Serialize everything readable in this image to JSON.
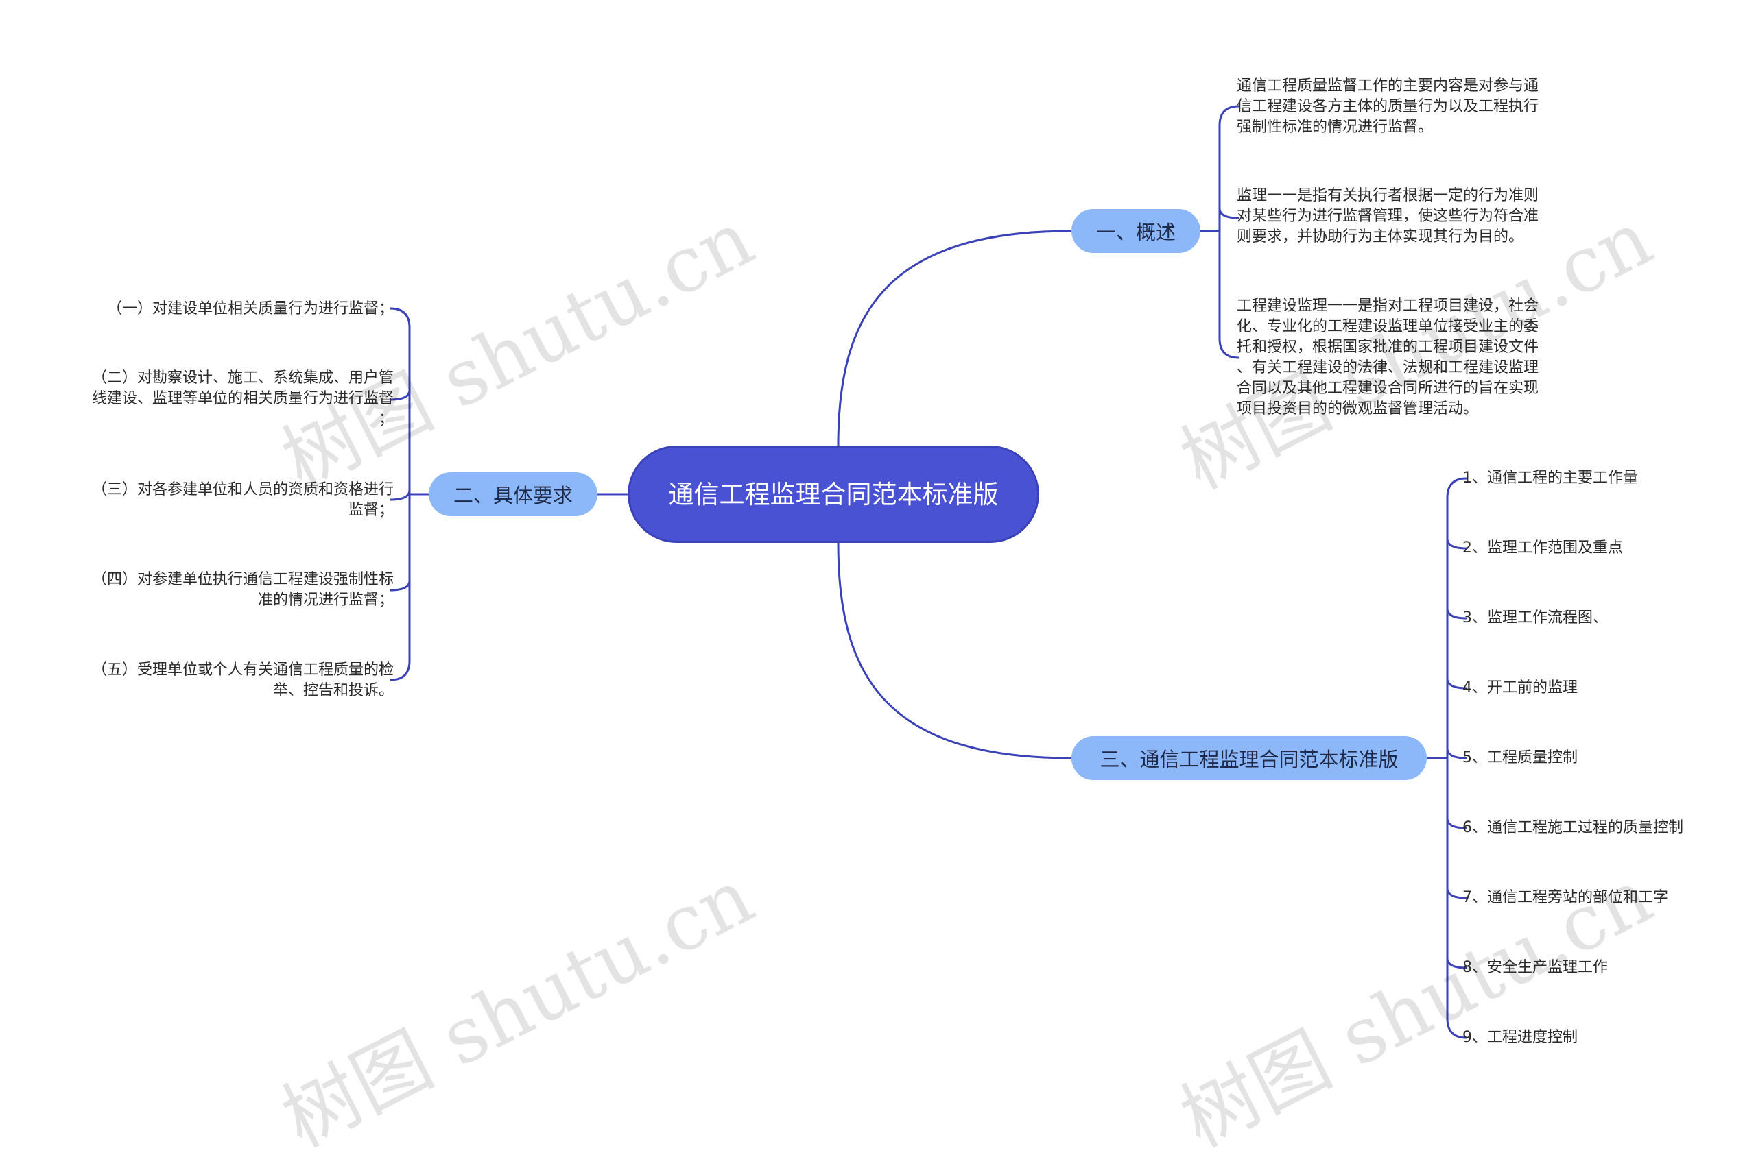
{
  "watermarks": [
    "树图 shutu.cn",
    "树图 shutu.cn",
    "树图 shutu.cn",
    "树图 shutu.cn"
  ],
  "colors": {
    "line": "#3b42b8",
    "root": "#4a52d4",
    "branch": "#8cb7f8"
  },
  "root": {
    "title": "通信工程监理合同范本标准版"
  },
  "branches": [
    {
      "label": "一、概述",
      "items": [
        "通信工程质量监督工作的主要内容是对参与通\n信工程建设各方主体的质量行为以及工程执行\n强制性标准的情况进行监督。",
        "监理一一是指有关执行者根据一定的行为准则\n对某些行为进行监督管理，使这些行为符合准\n则要求，并协助行为主体实现其行为目的。",
        "工程建设监理一一是指对工程项目建设，社会\n化、专业化的工程建设监理单位接受业主的委\n托和授权，根据国家批准的工程项目建设文件\n、有关工程建设的法律、法规和工程建设监理\n合同以及其他工程建设合同所进行的旨在实现\n项目投资目的的微观监督管理活动。"
      ]
    },
    {
      "label": "二、具体要求",
      "items": [
        "（一）对建设单位相关质量行为进行监督；",
        "（二）对勘察设计、施工、系统集成、用户管\n线建设、监理等单位的相关质量行为进行监督\n；",
        "（三）对各参建单位和人员的资质和资格进行\n监督；",
        "（四）对参建单位执行通信工程建设强制性标\n准的情况进行监督；",
        "（五）受理单位或个人有关通信工程质量的检\n举、控告和投诉。"
      ]
    },
    {
      "label": "三、通信工程监理合同范本标准版",
      "items": [
        "1、通信工程的主要工作量",
        "2、监理工作范围及重点",
        "3、监理工作流程图、",
        "4、开工前的监理",
        "5、工程质量控制",
        "6、通信工程施工过程的质量控制",
        "7、通信工程旁站的部位和工字",
        "8、安全生产监理工作",
        "9、工程进度控制"
      ]
    }
  ]
}
